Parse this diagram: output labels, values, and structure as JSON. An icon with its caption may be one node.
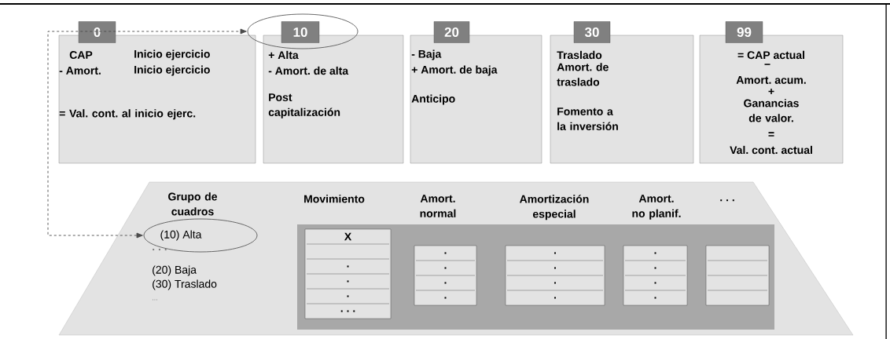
{
  "diagram": {
    "nodes": [
      {
        "text": [
          "0",
          "CAP",
          "Inicio ejercicio",
          "- Amort.",
          "Inicio ejercicio",
          "= Val. cont. al inicio ejerc."
        ]
      },
      {
        "text": [
          "10",
          "+ Alta",
          "- Amort. de alta",
          "Post capitalización"
        ]
      },
      {
        "text": [
          "20",
          "- Baja",
          "+ Amort. de baja",
          "Anticipo"
        ]
      },
      {
        "text": [
          "30",
          "Traslado",
          "Amort. de traslado",
          "Fomento a la inversión"
        ]
      },
      {
        "text": [
          "99",
          "= CAP actual",
          "−",
          "Amort. acum.",
          "+",
          "Ganancias de valor.",
          "=",
          "Val. cont. actual"
        ]
      },
      {
        "text": [
          "Grupo de cuadros",
          "Movimiento",
          "Amort. normal",
          "Amortización especial",
          "Amort. no planif.",
          ". . ."
        ]
      },
      {
        "text": [
          "(10) Alta"
        ],
        "in": 5
      },
      {
        "text": [],
        "shape": "box",
        "in": 5
      },
      {
        "text": [
          "X",
          ".",
          ".",
          ".",
          ". . ."
        ],
        "in": 7
      },
      {
        "text": [
          ".",
          ".",
          ".",
          "."
        ],
        "in": 7
      },
      {
        "text": [
          ".",
          ".",
          ".",
          "."
        ],
        "in": 7
      },
      {
        "text": [
          ".",
          ".",
          ".",
          "."
        ],
        "in": 7
      },
      {
        "text": [],
        "shape": "box",
        "in": 7
      }
    ],
    "edges": [
      {
        "from": 6,
        "to": 1,
        "arrow": "both",
        "style": "dashed"
      }
    ],
    "labels": [
      ". . .",
      "(20) Baja",
      "(30) Traslado",
      "..."
    ]
  }
}
